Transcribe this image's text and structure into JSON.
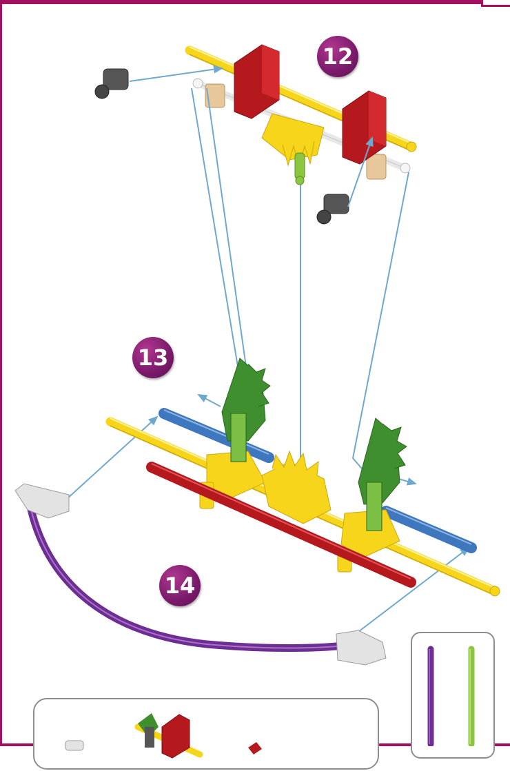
{
  "steps": [
    {
      "number": "12"
    },
    {
      "number": "13"
    },
    {
      "number": "14"
    }
  ],
  "colors": {
    "accent": "#a3105f",
    "badge": "#7a1a6a",
    "rod_yellow": "#f7d51b",
    "rod_red": "#b5191d",
    "rod_blue": "#3f77be",
    "rod_purple": "#6d2d93",
    "rod_lime": "#8cc63f",
    "connector_green": "#3f8f2e",
    "connector_red": "#a8141c",
    "arrow": "#6fa8cf"
  },
  "icons": {
    "assembly": "knex-assembly-illustration",
    "parts": "parts-needed-rods",
    "preview": "completed-model-preview"
  }
}
